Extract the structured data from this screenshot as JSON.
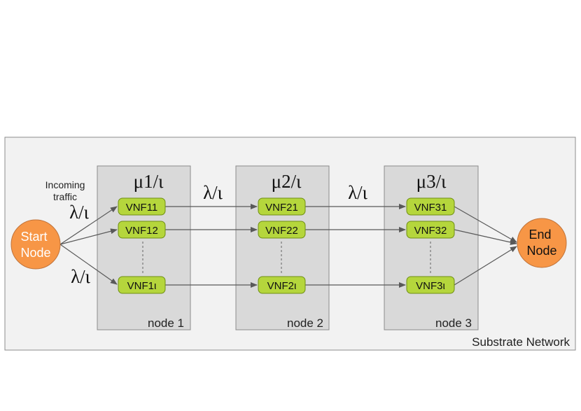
{
  "diagram": {
    "network_label": "Substrate Network",
    "incoming_traffic": [
      "Incoming",
      "traffic"
    ],
    "start_node": [
      "Start",
      "Node"
    ],
    "end_node": [
      "End",
      "Node"
    ],
    "arrival_rate": "λ/ι",
    "nodes": [
      {
        "label": "node 1",
        "service_rate": "μ1/ι",
        "vnfs": [
          "VNF11",
          "VNF12",
          "VNF1ι"
        ]
      },
      {
        "label": "node 2",
        "service_rate": "μ2/ι",
        "vnfs": [
          "VNF21",
          "VNF22",
          "VNF2ι"
        ]
      },
      {
        "label": "node 3",
        "service_rate": "μ3/ι",
        "vnfs": [
          "VNF31",
          "VNF32",
          "VNF3ι"
        ]
      }
    ]
  },
  "colors": {
    "network_fill": "#f2f2f2",
    "network_stroke": "#8c8c8c",
    "node_fill": "#d9d9d9",
    "node_stroke": "#8c8c8c",
    "vnf_fill": "#b5d63c",
    "vnf_stroke": "#6f8f14",
    "terminal_fill": "#f79646",
    "terminal_stroke": "#c0733a",
    "arrow": "#595959"
  }
}
